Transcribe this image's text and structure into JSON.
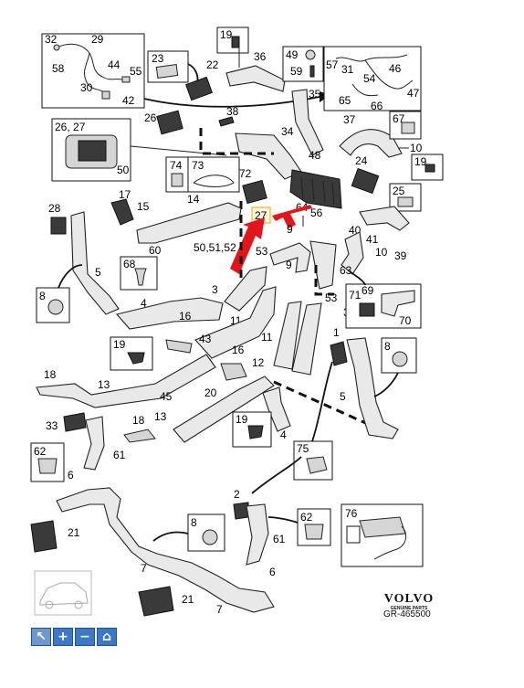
{
  "labels": {
    "l1": "1",
    "l2": "2",
    "l3": "3",
    "l4": "4",
    "l5": "5",
    "l6": "6",
    "l7": "7",
    "l8": "8",
    "l9": "9",
    "l10": "10",
    "l11": "11",
    "l12": "12",
    "l13": "13",
    "l14": "14",
    "l15": "15",
    "l16": "16",
    "l17": "17",
    "l18": "18",
    "l19": "19",
    "l20": "20",
    "l21": "21",
    "l22": "22",
    "l23": "23",
    "l24": "24",
    "l25": "25",
    "l26_27": "26, 27",
    "l26": "26",
    "l27": "27",
    "l28": "28",
    "l29": "29",
    "l30": "30",
    "l31": "31",
    "l32": "32",
    "l33": "33",
    "l34": "34",
    "l35": "35",
    "l36": "36",
    "l37": "37",
    "l38": "38",
    "l39": "39",
    "l40": "40",
    "l41": "41",
    "l42": "42",
    "l43": "43",
    "l44": "44",
    "l45": "45",
    "l46": "46",
    "l47": "47",
    "l48": "48",
    "l49": "49",
    "l50": "50",
    "l50_52": "50,51,52",
    "l53": "53",
    "l54": "54",
    "l55": "55",
    "l56": "56",
    "l57": "57",
    "l58": "58",
    "l59": "59",
    "l60": "60",
    "l61": "61",
    "l62": "62",
    "l63": "63",
    "l64": "64",
    "l65": "65",
    "l66": "66",
    "l67": "67",
    "l68": "68",
    "l69": "69",
    "l70": "70",
    "l71": "71",
    "l72": "72",
    "l73": "73",
    "l74": "74",
    "l75": "75",
    "l76": "76"
  },
  "brand": {
    "logo": "VOLVO",
    "sub": "GENUINE PARTS",
    "ref": "GR-465500"
  },
  "toolbar": {
    "cursor": "↖",
    "zoom_in": "+",
    "zoom_out": "−",
    "home": "⌂"
  },
  "colors": {
    "highlight_arrow": "#e3151a",
    "highlight_box": "#f5c24c",
    "toolbar": "#3b78c8"
  }
}
